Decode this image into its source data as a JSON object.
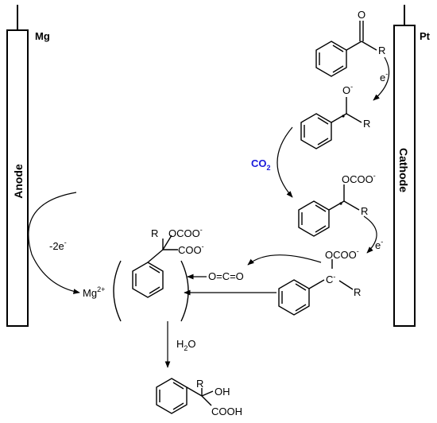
{
  "electrodes": {
    "anode": {
      "metal": "Mg",
      "label": "Anode"
    },
    "cathode": {
      "metal": "Pt",
      "label": "Cathode"
    }
  },
  "labels": {
    "electron_in_1": "e",
    "electron_in_1_sup": "-",
    "co2": "CO",
    "co2_sub": "2",
    "electron_in_2": "e",
    "electron_in_2_sup": "-",
    "anode_oxidation": "-2e",
    "anode_oxidation_sup": "-",
    "mg_ion": "Mg",
    "mg_ion_sup": "2+",
    "water": "H",
    "water_sub": "2",
    "water_tail": "O",
    "co2_release": "O=C=O"
  },
  "molecules": {
    "ketone": {
      "o": "O",
      "r": "R"
    },
    "ketyl_radical": {
      "o": "O",
      "o_sup": "-",
      "r": "R"
    },
    "carbonate_radical": {
      "group": "OCOO",
      "group_sup": "-",
      "r": "R"
    },
    "carbanion": {
      "group": "OCOO",
      "group_sup": "-",
      "c": "C",
      "c_sup": "-",
      "r": "R"
    },
    "mg_complex": {
      "r": "R",
      "group1": "OCOO",
      "group1_sup": "-",
      "group2": "COO",
      "group2_sup": "-"
    },
    "product": {
      "r": "R",
      "oh": "OH",
      "cooh": "COOH"
    }
  },
  "colors": {
    "co2_label": "#1a1adb",
    "lines": "#000000"
  }
}
